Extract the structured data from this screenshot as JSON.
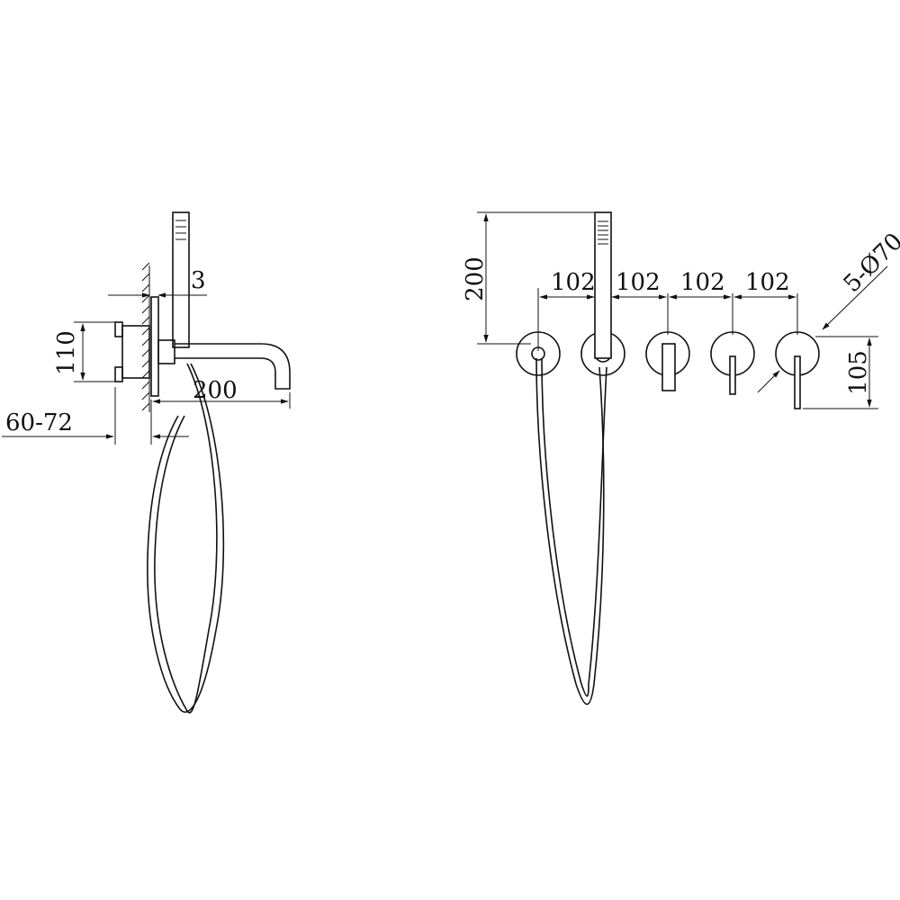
{
  "side_view": {
    "dim_wall_gap": "3",
    "dim_height": "110",
    "dim_spout_length": "200",
    "dim_depth_range": "60-72"
  },
  "front_view": {
    "dim_handshower_height": "200",
    "dim_spacing_1": "102",
    "dim_spacing_2": "102",
    "dim_spacing_3": "102",
    "dim_spacing_4": "102",
    "dim_plate_diameter": "5-Ø70",
    "dim_handle_height": "105"
  },
  "colors": {
    "line": "#111111",
    "background": "#ffffff"
  }
}
